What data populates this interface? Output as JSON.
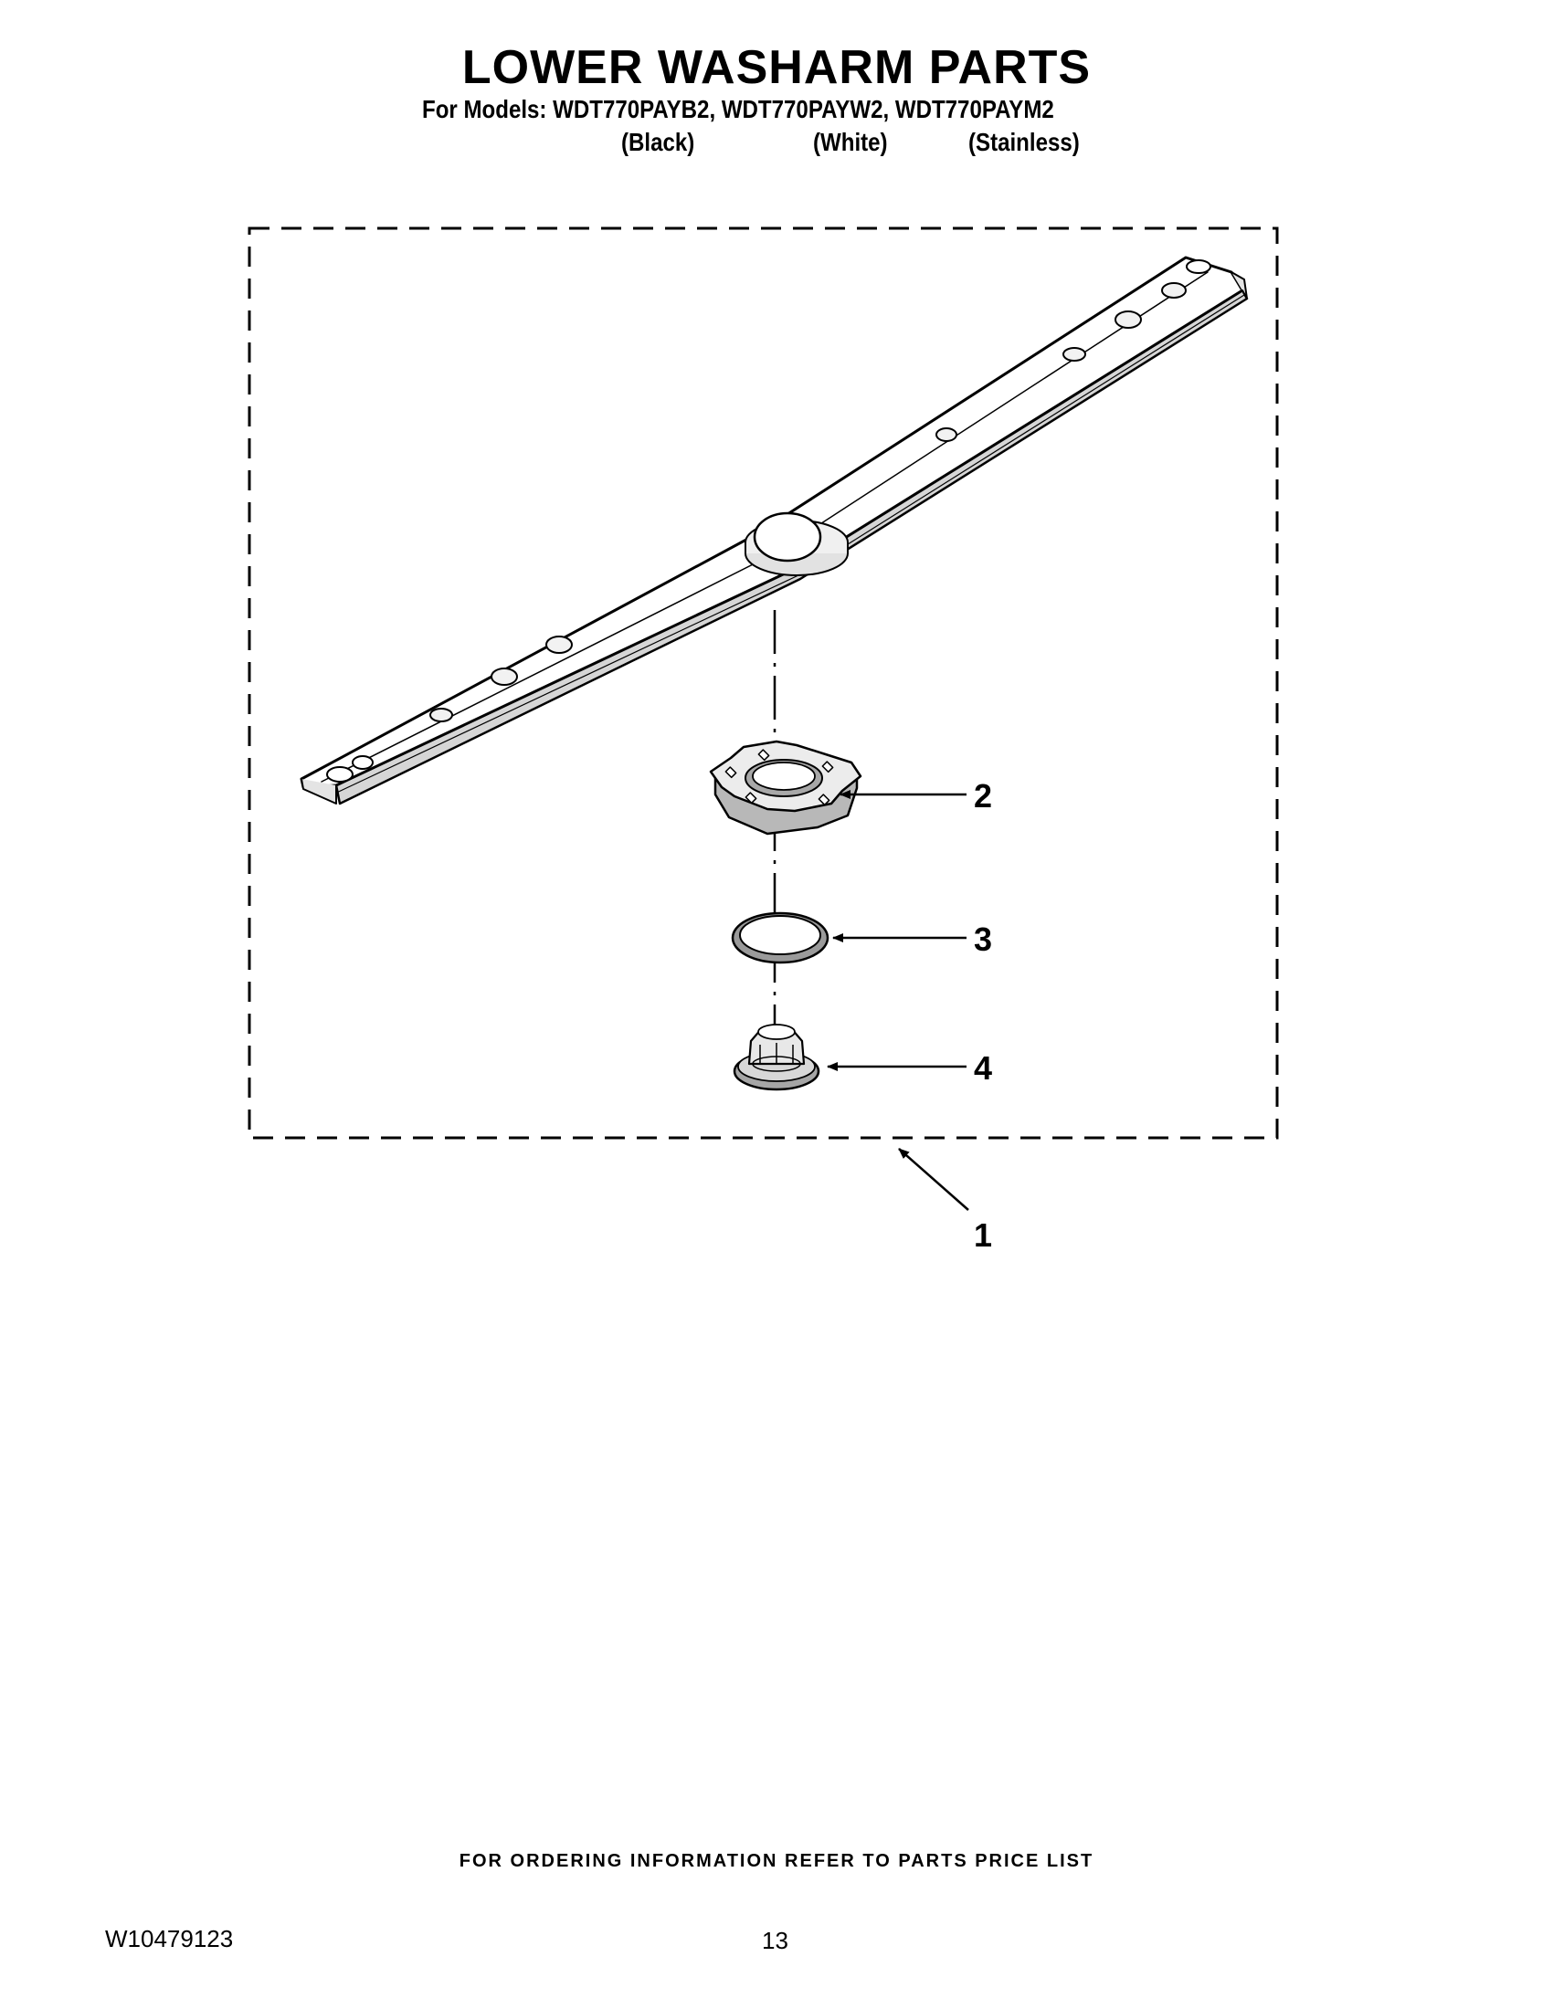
{
  "header": {
    "title": "LOWER WASHARM PARTS",
    "models_line": "For Models: WDT770PAYB2, WDT770PAYW2, WDT770PAYM2",
    "variants": [
      "(Black)",
      "(White)",
      "(Stainless)"
    ]
  },
  "callouts": [
    "1",
    "2",
    "3",
    "4"
  ],
  "footer": {
    "ordering_note": "FOR ORDERING INFORMATION REFER TO PARTS PRICE LIST",
    "document_number": "W10479123",
    "page_number": "13"
  }
}
